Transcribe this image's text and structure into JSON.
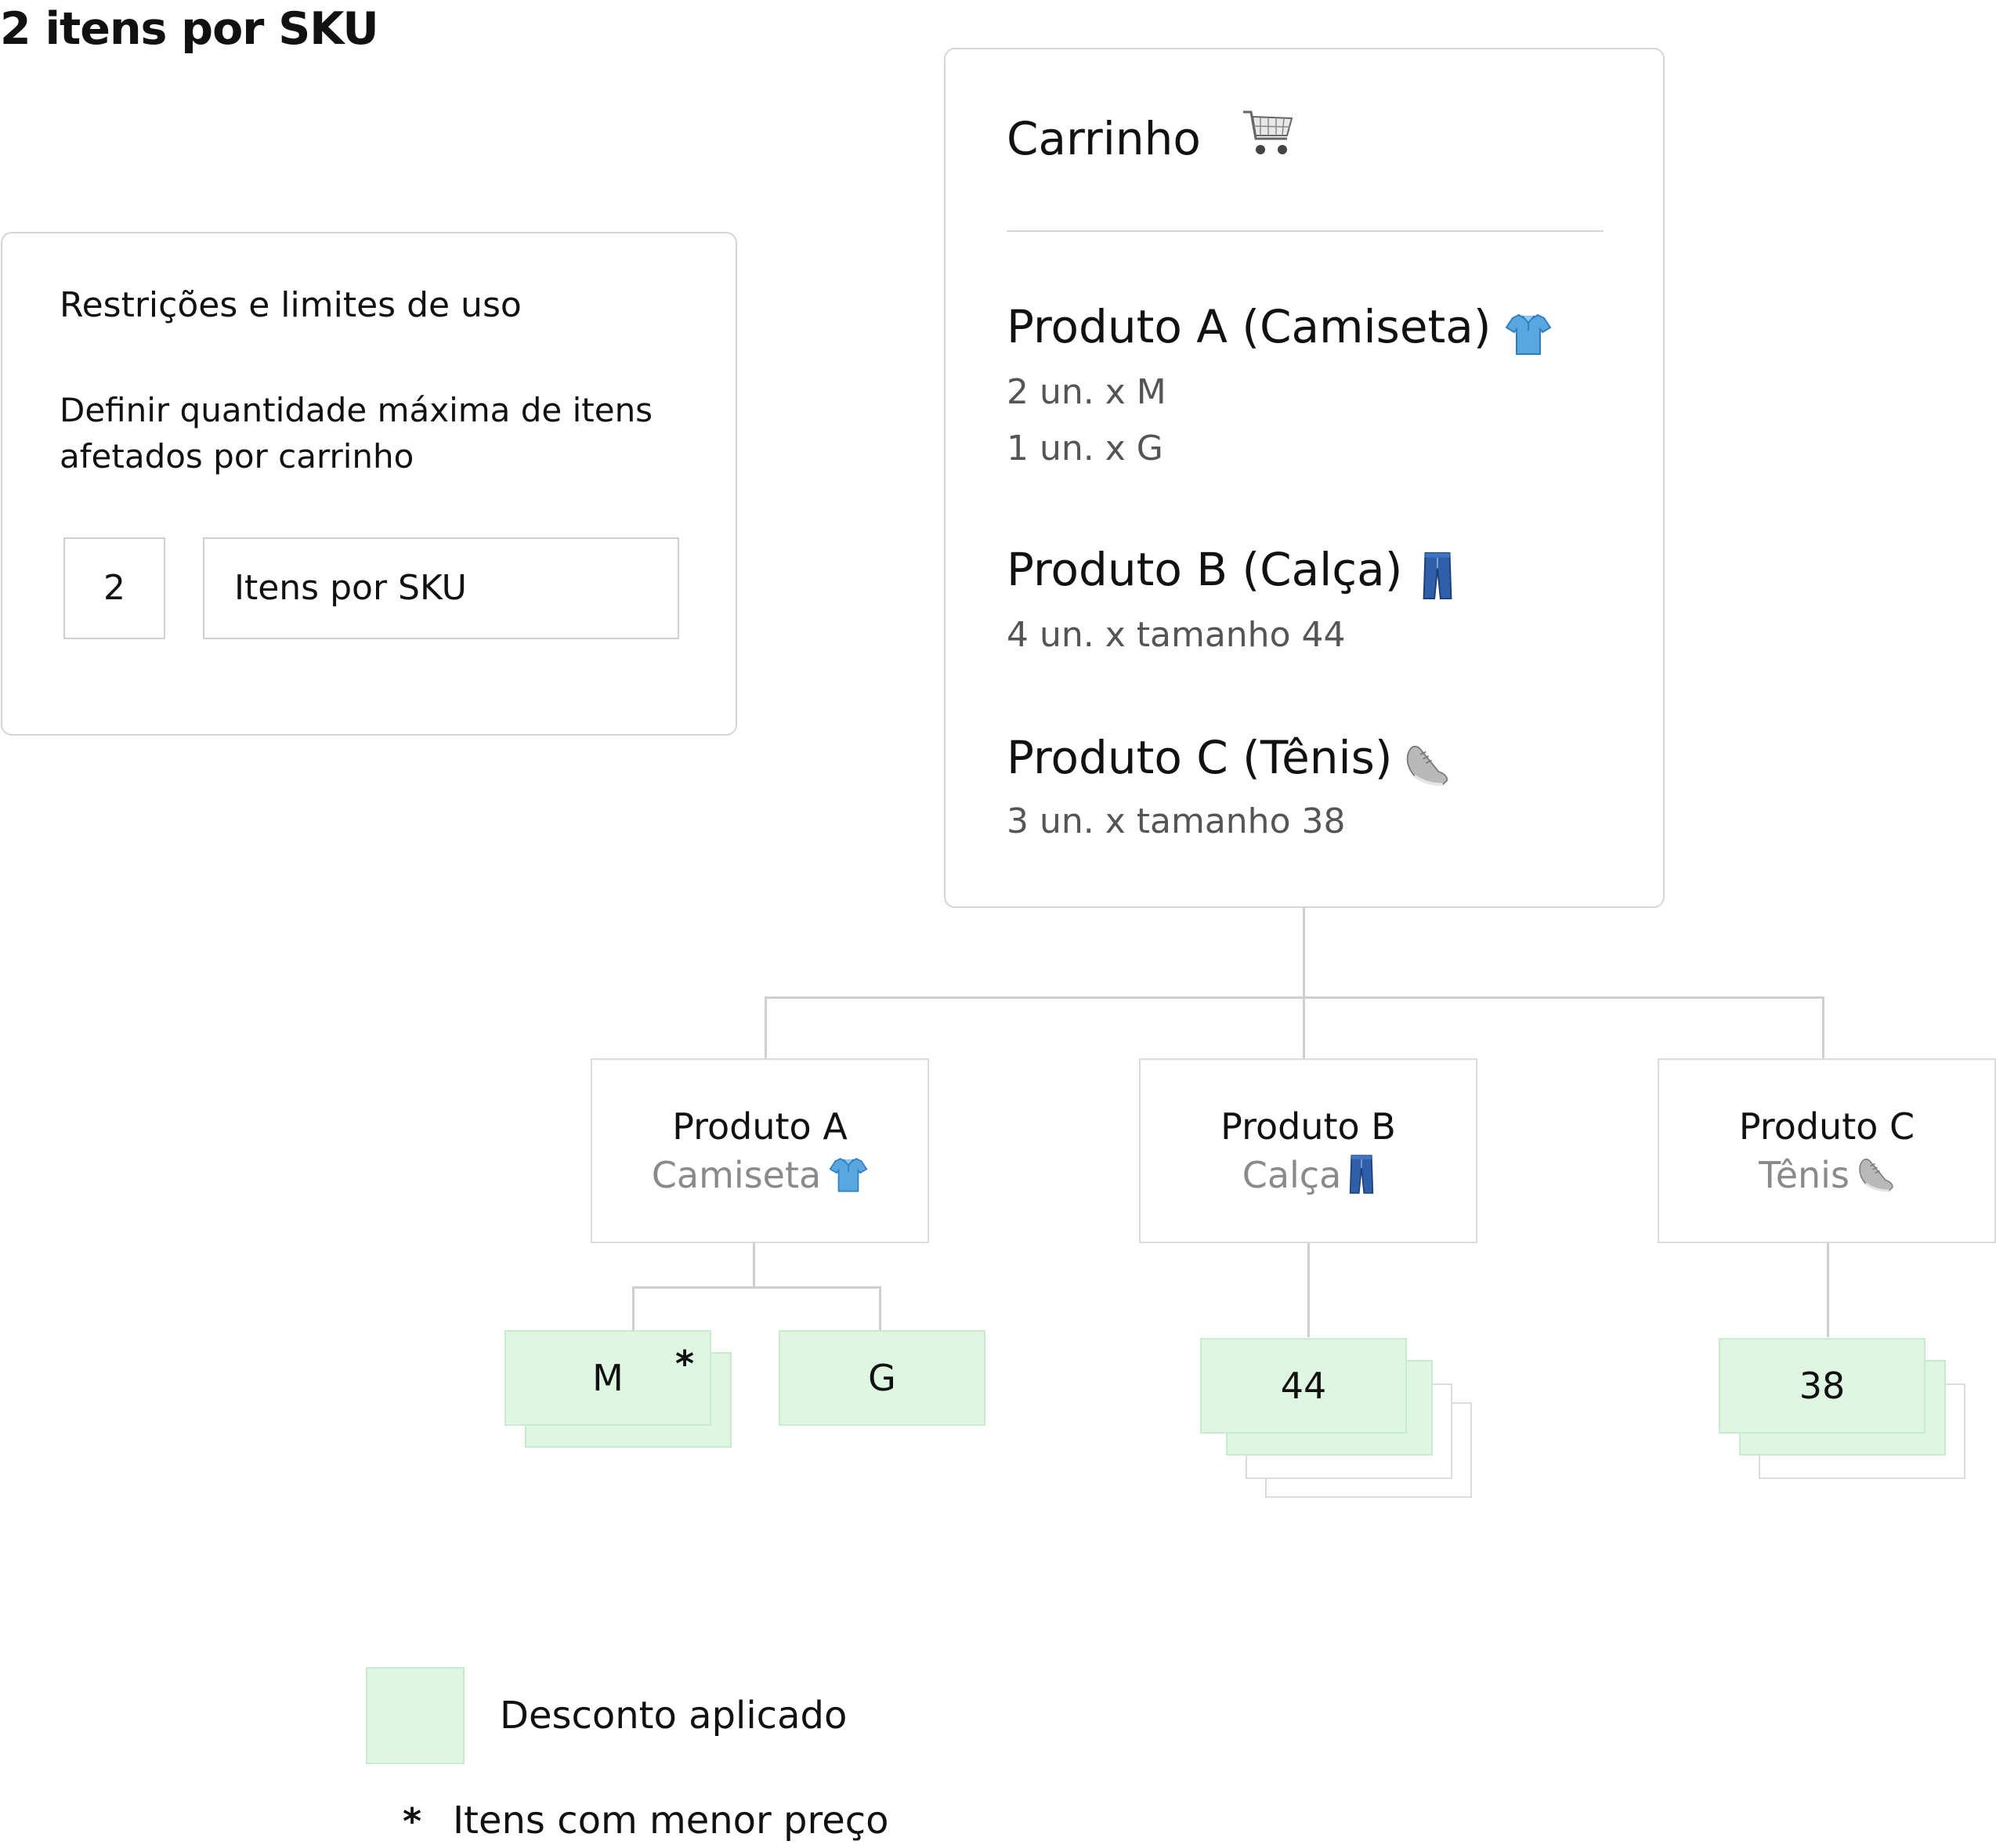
{
  "title": "2 itens por SKU",
  "restrictions": {
    "heading": "Restrições e limites de uso",
    "description": "Definir quantidade máxima de itens afetados por carrinho",
    "max_items_value": "2",
    "limit_type_value": "Itens por SKU"
  },
  "cart": {
    "title": "Carrinho",
    "icon": "shopping-cart-icon",
    "items": [
      {
        "title": "Produto A (Camiseta)",
        "icon": "tshirt-icon",
        "lines": [
          "2 un. x M",
          "1 un. x G"
        ]
      },
      {
        "title": "Produto B (Calça)",
        "icon": "jeans-icon",
        "lines": [
          "4 un. x tamanho 44"
        ]
      },
      {
        "title": "Produto C (Tênis)",
        "icon": "sneaker-icon",
        "lines": [
          "3 un. x  tamanho 38"
        ]
      }
    ]
  },
  "tree": {
    "products": [
      {
        "name": "Produto A",
        "type": "Camiseta",
        "icon": "tshirt-icon"
      },
      {
        "name": "Produto B",
        "type": "Calça",
        "icon": "jeans-icon"
      },
      {
        "name": "Produto C",
        "type": "Tênis",
        "icon": "sneaker-icon"
      }
    ],
    "variants": {
      "a_m": {
        "label": "M",
        "marker": "*"
      },
      "a_g": {
        "label": "G"
      },
      "b_44": {
        "label": "44"
      },
      "c_38": {
        "label": "38"
      }
    }
  },
  "legend": {
    "discount_label": "Desconto aplicado",
    "asterisk": "*",
    "lowest_price_label": "Itens com menor preço"
  },
  "colors": {
    "discount_fill": "#dff7e2",
    "border": "#d6d6d6",
    "muted_text": "#8a8a8a"
  }
}
